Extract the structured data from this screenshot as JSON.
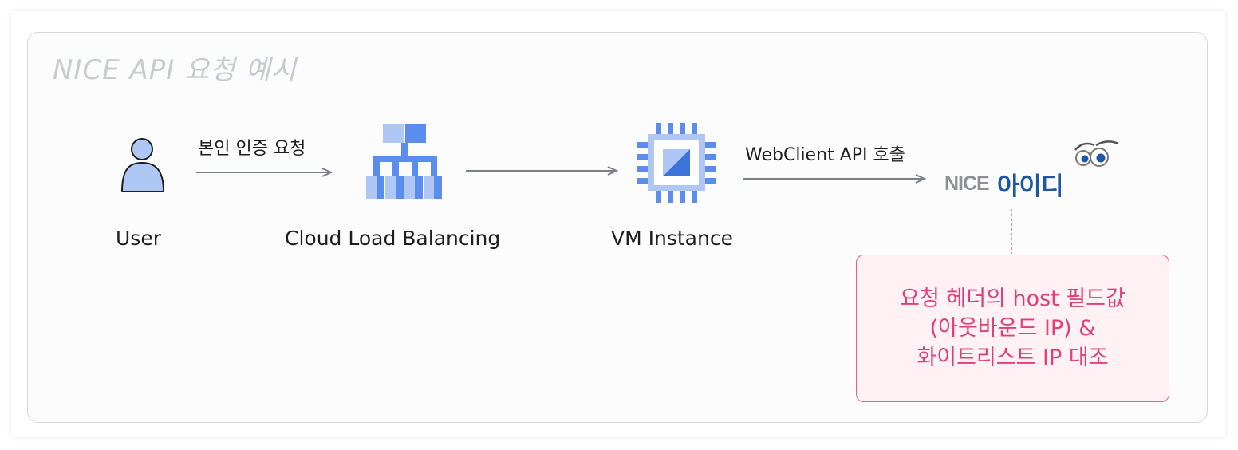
{
  "title": "NICE API 요청 예시",
  "nodes": {
    "user": {
      "label": "User",
      "icon": "user-icon"
    },
    "load_balancer": {
      "label": "Cloud Load Balancing",
      "icon": "load-balancer-icon"
    },
    "vm": {
      "label": "VM Instance",
      "icon": "vm-instance-chip-icon"
    },
    "nice": {
      "logo_text": "NICE",
      "logo_korean": "아이디",
      "icon": "nice-id-logo"
    }
  },
  "edges": {
    "user_to_lb": "본인 인증 요청",
    "vm_to_nice": "WebClient API 호출"
  },
  "note": {
    "lines": [
      "요청 헤더의 host 필드값",
      "(아웃바운드 IP) &",
      "화이트리스트 IP 대조"
    ]
  },
  "colors": {
    "node_blue": "#5b8def",
    "node_light_blue": "#aec7f5",
    "note_text": "#e0407a",
    "note_border": "#e5608a",
    "note_fill": "#fff1f4",
    "title": "#c7cbd1"
  }
}
